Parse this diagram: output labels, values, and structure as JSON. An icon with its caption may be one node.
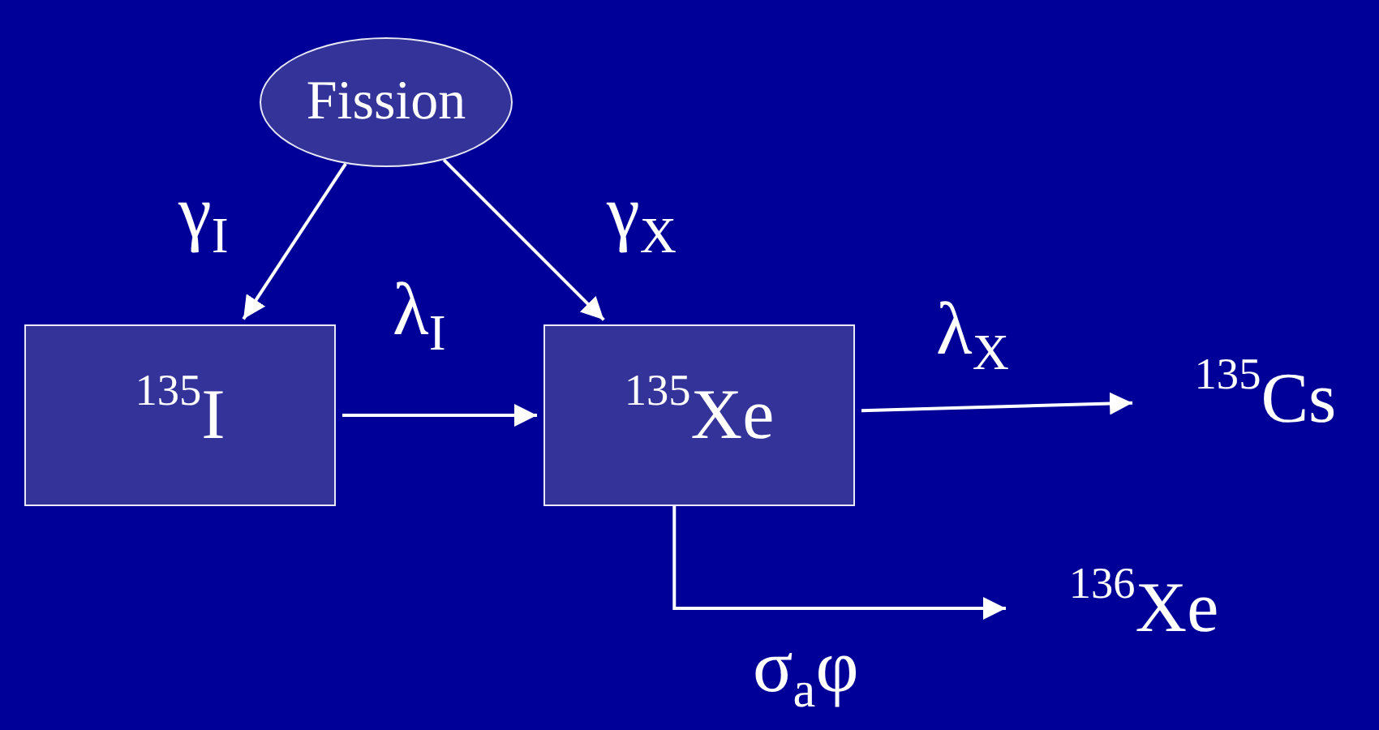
{
  "diagram": {
    "nodes": [
      {
        "text": [
          "Fission"
        ]
      },
      {
        "text": [
          "$^{135}$I"
        ]
      },
      {
        "text": [
          "$^{135}$Xe"
        ]
      },
      {
        "text": [
          "$^{135}$Cs"
        ]
      },
      {
        "text": [
          "$^{136}$Xe"
        ]
      }
    ],
    "edges": [
      {
        "from": 0,
        "to": 1,
        "arrow": "to",
        "label": "γ$_{I}$"
      },
      {
        "from": 0,
        "to": 2,
        "arrow": "to",
        "label": "γ$_{X}$"
      },
      {
        "from": 1,
        "to": 2,
        "arrow": "to",
        "label": "λ$_{I}$"
      },
      {
        "from": 2,
        "to": 3,
        "arrow": "to",
        "label": "λ$_{X}$"
      },
      {
        "from": 2,
        "to": 4,
        "arrow": "to",
        "label": "σ$_{a}$φ"
      }
    ]
  }
}
